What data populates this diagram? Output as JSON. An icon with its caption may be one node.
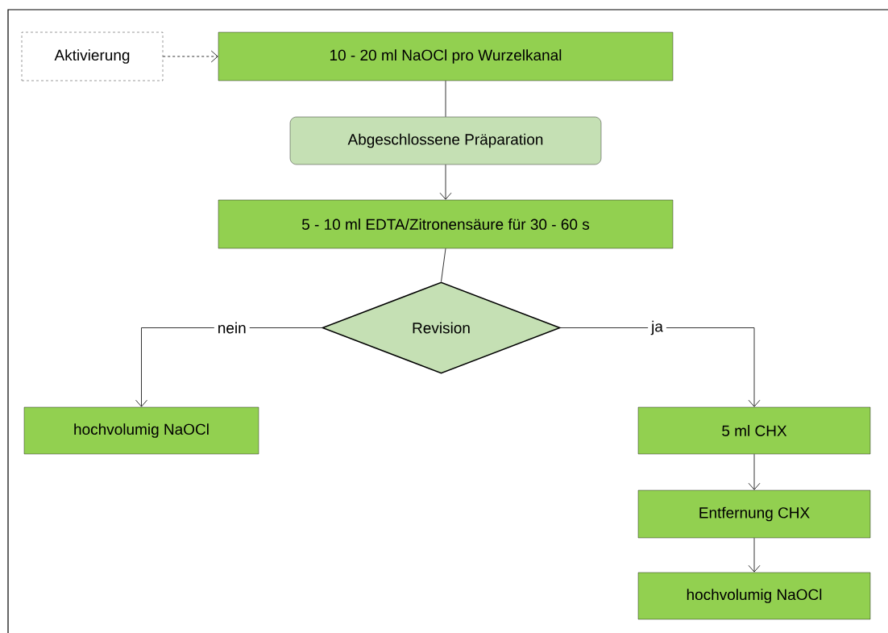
{
  "diagram": {
    "nodes": [
      {
        "text": [
          "Aktivierung"
        ]
      },
      {
        "text": [
          "10 - 20 ml NaOCl pro Wurzelkanal"
        ]
      },
      {
        "text": [
          "Abgeschlossene Präparation"
        ]
      },
      {
        "text": [
          "5 - 10 ml EDTA/Zitronensäure für 30 - 60 s"
        ]
      },
      {
        "text": [
          "Revision"
        ]
      },
      {
        "text": [
          "hochvolumig NaOCl"
        ]
      },
      {
        "text": [
          "5 ml CHX"
        ]
      },
      {
        "text": [
          "Entfernung CHX"
        ]
      },
      {
        "text": [
          "hochvolumig NaOCl"
        ]
      }
    ],
    "edges": [
      {
        "from": 0,
        "to": 1,
        "arrow": "to",
        "style": "dashed"
      },
      {
        "from": 1,
        "to": 2,
        "arrow": "none"
      },
      {
        "from": 2,
        "to": 3,
        "arrow": "to"
      },
      {
        "from": 3,
        "to": 4,
        "arrow": "none"
      },
      {
        "from": 4,
        "to": 5,
        "arrow": "to",
        "label": "nein"
      },
      {
        "from": 4,
        "to": 6,
        "arrow": "to",
        "label": "ja"
      },
      {
        "from": 6,
        "to": 7,
        "arrow": "to"
      },
      {
        "from": 7,
        "to": 8,
        "arrow": "to"
      }
    ]
  }
}
